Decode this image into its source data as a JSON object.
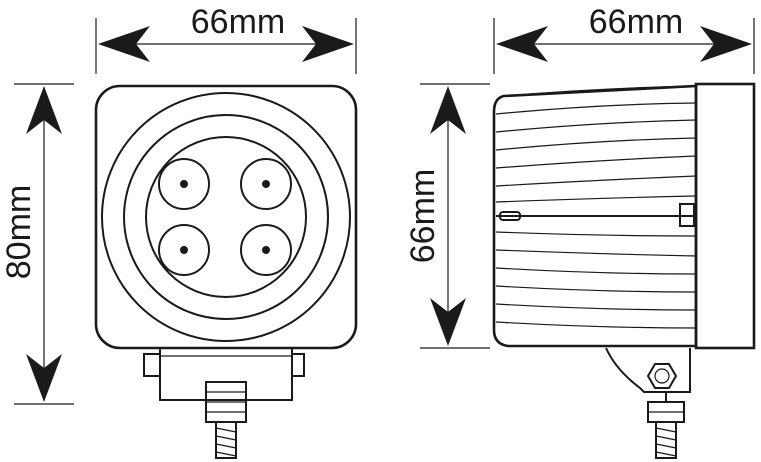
{
  "dimensions": {
    "front_width": "66mm",
    "front_height": "80mm",
    "side_width": "66mm",
    "side_height": "66mm"
  },
  "colors": {
    "line": "#1a1a1a",
    "background": "#ffffff"
  }
}
